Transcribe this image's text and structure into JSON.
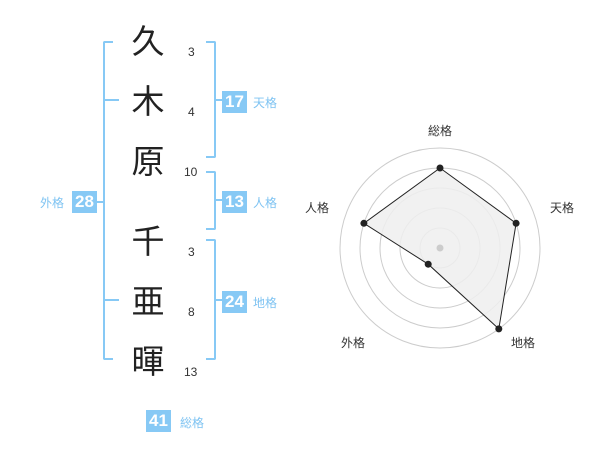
{
  "surname": [
    {
      "char": "久",
      "strokes": "3"
    },
    {
      "char": "木",
      "strokes": "4"
    },
    {
      "char": "原",
      "strokes": "10"
    }
  ],
  "given_name": [
    {
      "char": "千",
      "strokes": "3"
    },
    {
      "char": "亜",
      "strokes": "8"
    },
    {
      "char": "暉",
      "strokes": "13"
    }
  ],
  "fortunes": {
    "tenkaku": {
      "value": "17",
      "label": "天格"
    },
    "jinkaku": {
      "value": "13",
      "label": "人格"
    },
    "chikaku": {
      "value": "24",
      "label": "地格"
    },
    "gaikaku": {
      "value": "28",
      "label": "外格"
    },
    "soukaku": {
      "value": "41",
      "label": "総格"
    }
  },
  "chart_data": {
    "type": "radar",
    "axes": [
      "総格",
      "天格",
      "地格",
      "外格",
      "人格"
    ],
    "values": [
      4,
      4,
      5,
      1,
      4
    ],
    "rmax": 5,
    "rings": 5,
    "colors": {
      "fill": "#efefef",
      "line": "#222222",
      "grid": "#cccccc",
      "center": "#cccccc"
    }
  }
}
